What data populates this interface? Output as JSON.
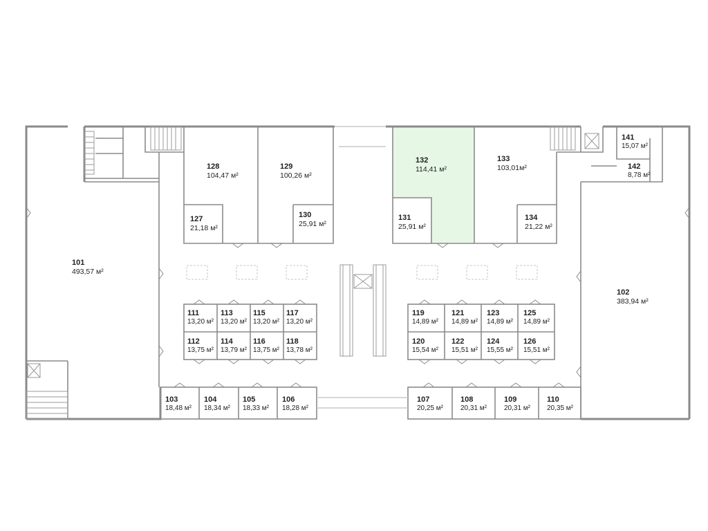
{
  "plan": {
    "highlight_color": "#e6f7e6",
    "wall_color": "#8a8a8a"
  },
  "units": {
    "u101": {
      "number": "101",
      "area": "493,57 м²"
    },
    "u102": {
      "number": "102",
      "area": "383,94 м²"
    },
    "u103": {
      "number": "103",
      "area": "18,48 м²"
    },
    "u104": {
      "number": "104",
      "area": "18,34 м²"
    },
    "u105": {
      "number": "105",
      "area": "18,33 м²"
    },
    "u106": {
      "number": "106",
      "area": "18,28 м²"
    },
    "u107": {
      "number": "107",
      "area": "20,25 м²"
    },
    "u108": {
      "number": "108",
      "area": "20,31 м²"
    },
    "u109": {
      "number": "109",
      "area": "20,31 м²"
    },
    "u110": {
      "number": "110",
      "area": "20,35 м²"
    },
    "u111": {
      "number": "111",
      "area": "13,20 м²"
    },
    "u112": {
      "number": "112",
      "area": "13,75 м²"
    },
    "u113": {
      "number": "113",
      "area": "13,20 м²"
    },
    "u114": {
      "number": "114",
      "area": "13,79 м²"
    },
    "u115": {
      "number": "115",
      "area": "13,20 м²"
    },
    "u116": {
      "number": "116",
      "area": "13,75 м²"
    },
    "u117": {
      "number": "117",
      "area": "13,20 м²"
    },
    "u118": {
      "number": "118",
      "area": "13,78 м²"
    },
    "u119": {
      "number": "119",
      "area": "14,89 м²"
    },
    "u120": {
      "number": "120",
      "area": "15,54 м²"
    },
    "u121": {
      "number": "121",
      "area": "14,89 м²"
    },
    "u122": {
      "number": "122",
      "area": "15,51 м²"
    },
    "u123": {
      "number": "123",
      "area": "14,89 м²"
    },
    "u124": {
      "number": "124",
      "area": "15,55 м²"
    },
    "u125": {
      "number": "125",
      "area": "14,89 м²"
    },
    "u126": {
      "number": "126",
      "area": "15,51 м²"
    },
    "u127": {
      "number": "127",
      "area": "21,18 м²"
    },
    "u128": {
      "number": "128",
      "area": "104,47 м²"
    },
    "u129": {
      "number": "129",
      "area": "100,26 м²"
    },
    "u130": {
      "number": "130",
      "area": "25,91 м²"
    },
    "u131": {
      "number": "131",
      "area": "25,91 м²"
    },
    "u132": {
      "number": "132",
      "area": "114,41 м²"
    },
    "u133": {
      "number": "133",
      "area": "103,01м²"
    },
    "u134": {
      "number": "134",
      "area": "21,22 м²"
    },
    "u141": {
      "number": "141",
      "area": "15,07 м²"
    },
    "u142": {
      "number": "142",
      "area": "8,78 м²"
    }
  }
}
